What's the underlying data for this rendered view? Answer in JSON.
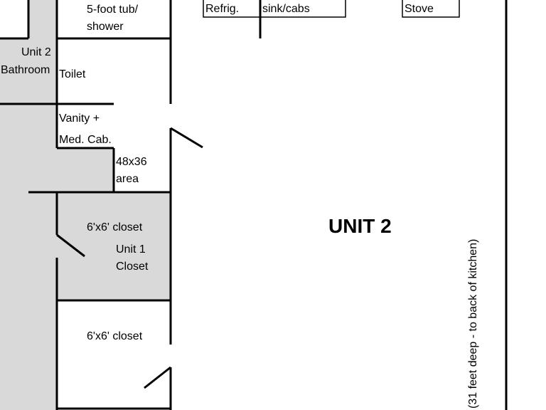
{
  "floor_plan": {
    "unit_title": "UNIT 2",
    "depth_note": "(31 feet deep - to back of kitchen)",
    "labels": {
      "tub_line1": "5-foot tub/",
      "tub_line2": "shower",
      "bath_line1": "Unit 2",
      "bath_line2": "Bathroom",
      "toilet": "Toilet",
      "vanity_line1": "Vanity +",
      "vanity_line2": "Med. Cab.",
      "area_line1": "48x36",
      "area_line2": "area",
      "closet_upper": "6'x6' closet",
      "unit1_line1": "Unit 1",
      "unit1_line2": "Closet",
      "closet_lower": "6'x6' closet",
      "fridge": "Refrig.",
      "sink": "sink/cabs",
      "stove": "Stove"
    },
    "colors": {
      "wall": "#000000",
      "shaded": "#d9d9d9",
      "background": "#ffffff"
    }
  }
}
